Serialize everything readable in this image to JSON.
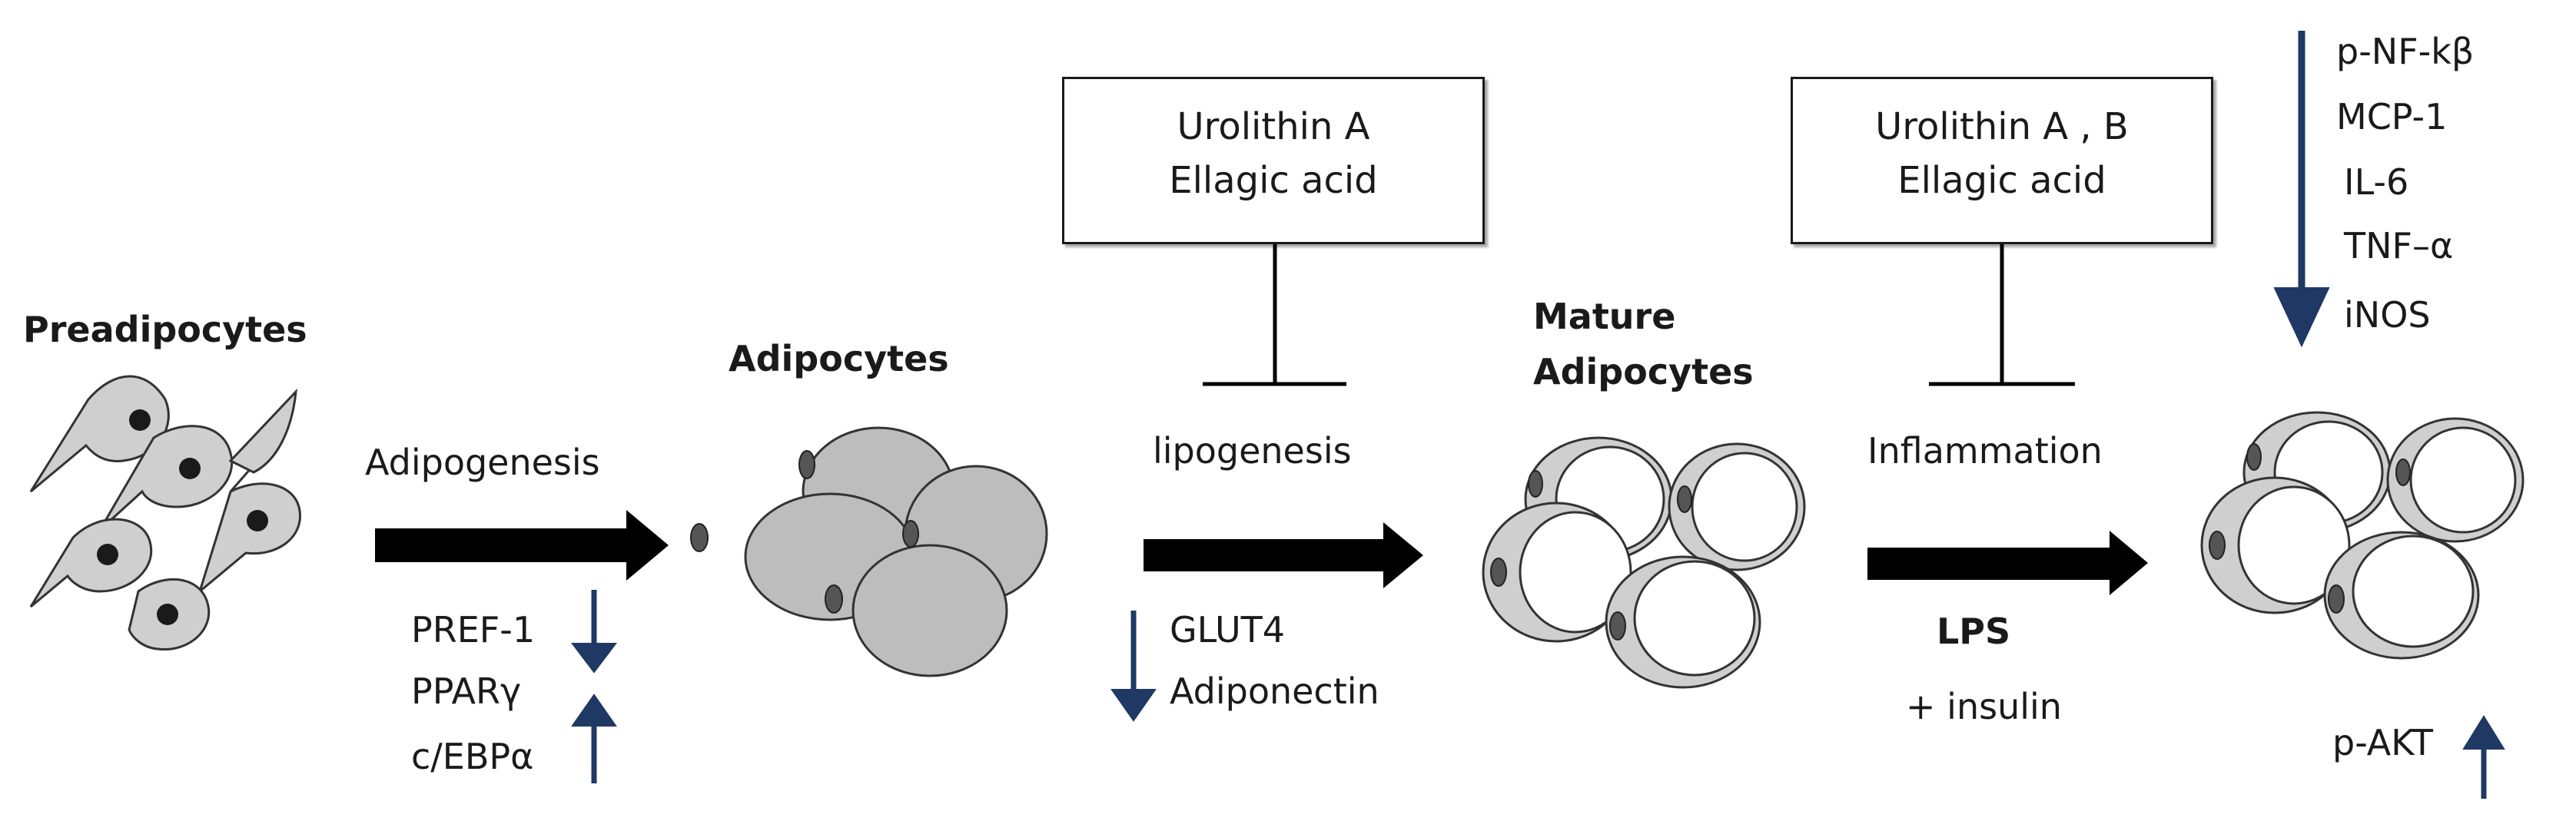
{
  "stages": {
    "preadipocytes": "Preadipocytes",
    "adipocytes": "Adipocytes",
    "mature": [
      "Mature",
      "Adipocytes"
    ]
  },
  "processes": {
    "adipogenesis": "Adipogenesis",
    "lipogenesis": "lipogenesis",
    "inflammation": "Inflammation"
  },
  "inhibitors": {
    "box1": [
      "Urolithin A",
      "Ellagic acid"
    ],
    "box2": [
      "Urolithin A , B",
      "Ellagic acid"
    ]
  },
  "markers": {
    "adipogenesis": [
      "PREF-1",
      "PPARγ",
      "c/EBPα"
    ],
    "lipogenesis": [
      "GLUT4",
      "Adiponectin"
    ],
    "inflammation_down": [
      "p-NF-kβ",
      "MCP-1",
      "IL-6",
      "TNF–α",
      "iNOS"
    ],
    "akt": "p-AKT"
  },
  "treatment": {
    "lps": "LPS",
    "insulin": "+ insulin"
  },
  "colors": {
    "marker_arrow": "#1f3864",
    "process_arrow": "#000000",
    "cell_gray": "#bdbdbd",
    "cell_outline": "#333333",
    "nucleus": "#1a1a1a"
  }
}
